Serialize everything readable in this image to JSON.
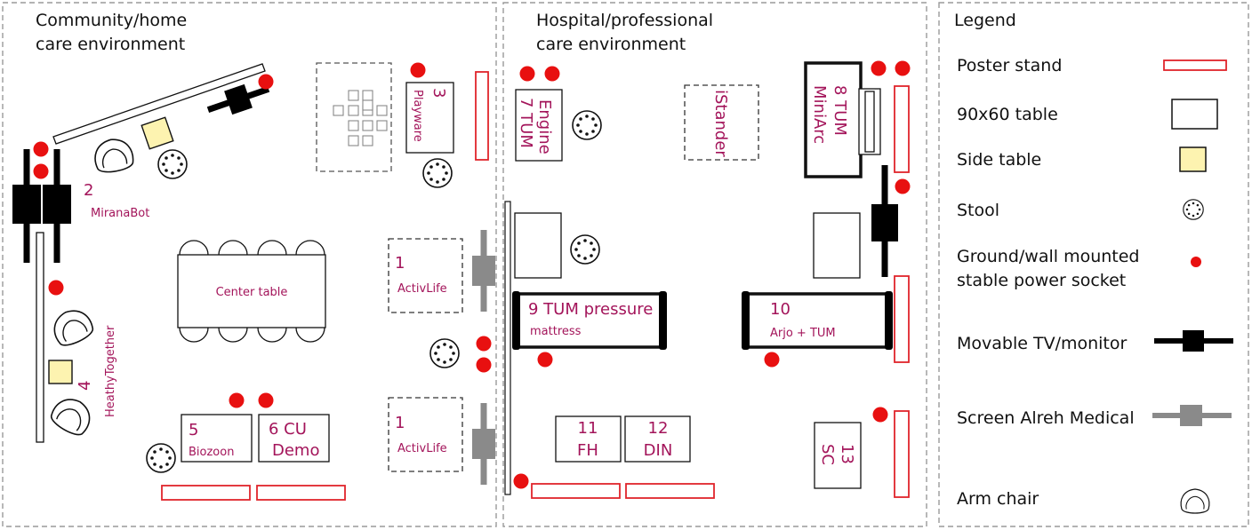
{
  "zones": {
    "community_title_line1": "Community/home",
    "community_title_line2": "care environment",
    "hospital_title_line1": "Hospital/professional",
    "hospital_title_line2": "care environment"
  },
  "community": {
    "mirana_num": "2",
    "mirana_name": "MiranaBot",
    "playware_num": "3",
    "playware_name": "Playware",
    "center_table": "Center table",
    "healthy_num": "4",
    "healthy_name": "HeathyTogether",
    "biozoon_num": "5",
    "biozoon_name": "Biozoon",
    "cu_line1": "6 CU",
    "cu_line2": "Demo",
    "activlife_top_num": "1",
    "activlife_top_name": "ActivLife",
    "activlife_bottom_num": "1",
    "activlife_bottom_name": "ActivLife"
  },
  "hospital": {
    "tum_engine_line1": "7 TUM",
    "tum_engine_line2": "Engine",
    "istander": "iStander",
    "miniarc_line1": "8 TUM",
    "miniarc_line2": "MiniArc",
    "pressure_line1": "9 TUM pressure",
    "pressure_line2": "mattress",
    "arjo_line1": "10",
    "arjo_line2": "Arjo + TUM",
    "fh_num": "11",
    "fh_name": "FH",
    "din_num": "12",
    "din_name": "DIN",
    "sc_num": "13",
    "sc_name": "SC"
  },
  "legend": {
    "title": "Legend",
    "items": [
      {
        "label": "Poster stand",
        "icon": "poster-stand-icon"
      },
      {
        "label": "90x60 table",
        "icon": "table-icon"
      },
      {
        "label": "Side table",
        "icon": "side-table-icon"
      },
      {
        "label": "Stool",
        "icon": "stool-icon"
      },
      {
        "label": "Ground/wall mounted",
        "label2": "stable power socket",
        "icon": "power-socket-icon"
      },
      {
        "label": "Movable TV/monitor",
        "icon": "tv-monitor-icon"
      },
      {
        "label": "Screen Alreh Medical",
        "icon": "screen-icon"
      },
      {
        "label": "Arm chair",
        "icon": "arm-chair-icon"
      }
    ]
  },
  "colors": {
    "poster_red": "#e0252b",
    "socket_red": "#e81010",
    "label_magenta": "#a3145a",
    "side_table_fill": "#fdf3b0",
    "screen_gray": "#8a8a8a",
    "border_gray": "#9a9a9a"
  }
}
